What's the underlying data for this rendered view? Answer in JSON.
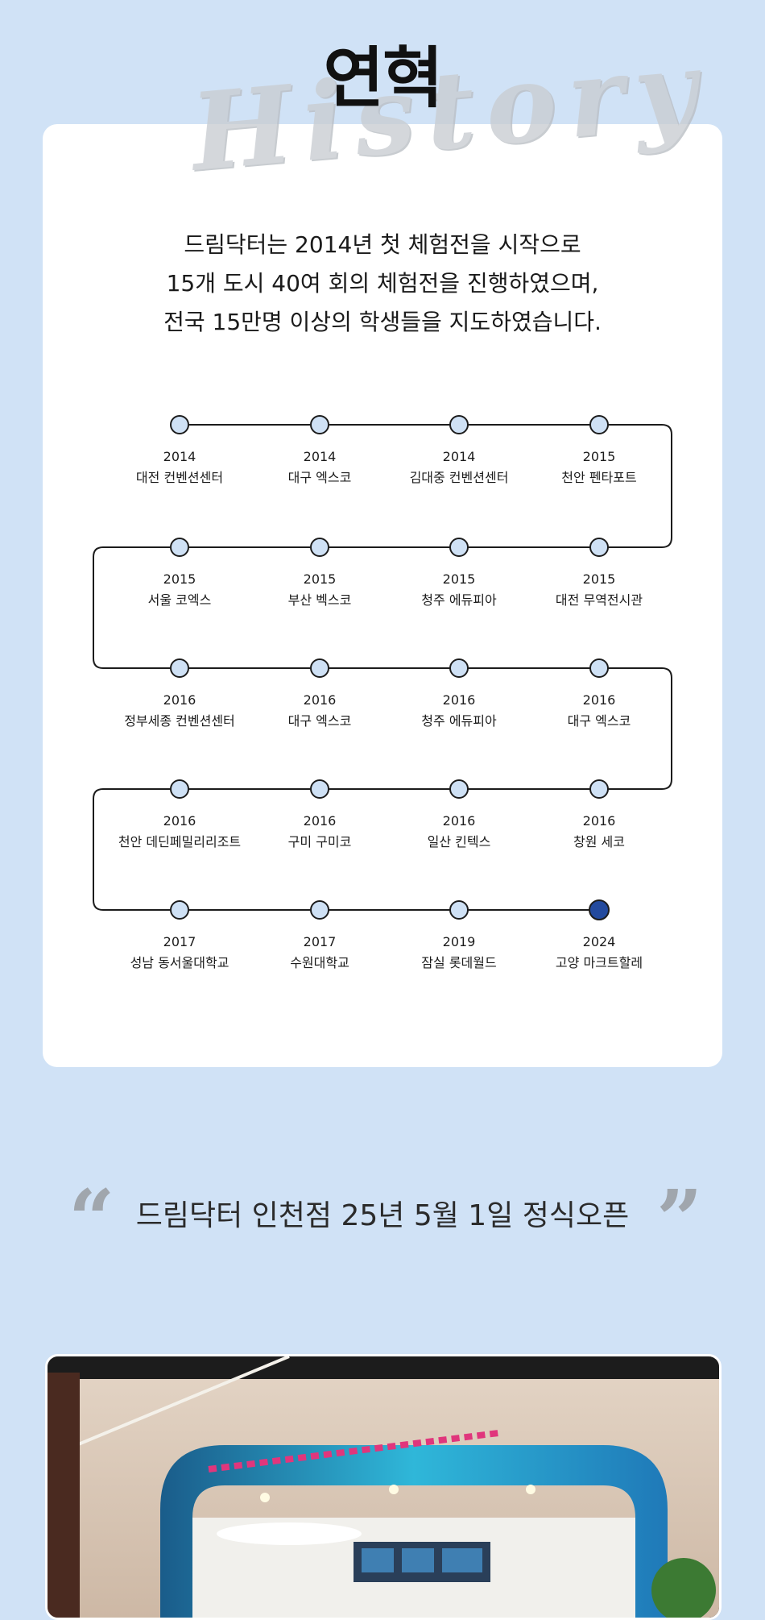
{
  "header": {
    "title": "연혁",
    "watermark": "History"
  },
  "intro": {
    "lines": [
      "드림닥터는 2014년 첫 체험전을 시작으로",
      "15개 도시 40여 회의 체험전을 진행하였으며,",
      "전국 15만명 이상의 학생들을 지도하였습니다."
    ]
  },
  "timeline": [
    {
      "year": "2014",
      "place": "대전 컨벤션센터"
    },
    {
      "year": "2014",
      "place": "대구 엑스코"
    },
    {
      "year": "2014",
      "place": "김대중 컨벤션센터"
    },
    {
      "year": "2015",
      "place": "천안 펜타포트"
    },
    {
      "year": "2015",
      "place": "서울 코엑스"
    },
    {
      "year": "2015",
      "place": "부산 벡스코"
    },
    {
      "year": "2015",
      "place": "청주 에듀피아"
    },
    {
      "year": "2015",
      "place": "대전 무역전시관"
    },
    {
      "year": "2016",
      "place": "정부세종 컨벤션센터"
    },
    {
      "year": "2016",
      "place": "대구 엑스코"
    },
    {
      "year": "2016",
      "place": "청주 에듀피아"
    },
    {
      "year": "2016",
      "place": "대구 엑스코"
    },
    {
      "year": "2016",
      "place": "천안 데딘페밀리리조트"
    },
    {
      "year": "2016",
      "place": "구미 구미코"
    },
    {
      "year": "2016",
      "place": "일산 킨텍스"
    },
    {
      "year": "2016",
      "place": "창원 세코"
    },
    {
      "year": "2017",
      "place": "성남 동서울대학교"
    },
    {
      "year": "2017",
      "place": "수원대학교"
    },
    {
      "year": "2019",
      "place": "잠실 롯데월드"
    },
    {
      "year": "2024",
      "place": "고양 마크트할레"
    }
  ],
  "colors": {
    "background": "#d0e2f6",
    "node_fill": "#cfe1f5",
    "node_current": "#234a9e",
    "line": "#1c1c1c"
  },
  "announcement": {
    "open_quote": "“",
    "text": "드림닥터 인천점 25년 5월 1일 정식오픈",
    "close_quote": "”"
  }
}
